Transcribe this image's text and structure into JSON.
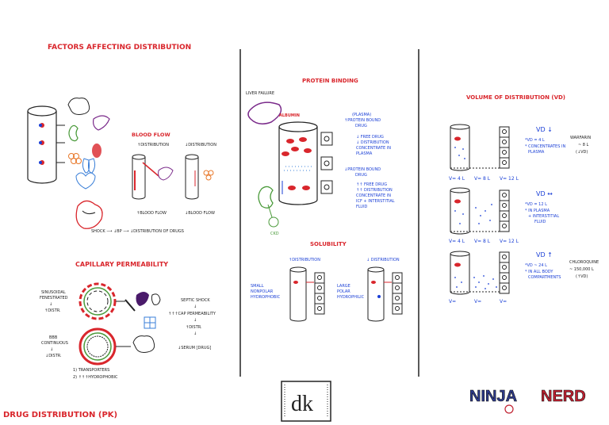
{
  "page_title": "DRUG DISTRIBUTION (PK)",
  "logos": {
    "center_monogram": "dk",
    "brand_ninja": "NINJA",
    "brand_nerd": "NERD"
  },
  "factors": {
    "title": "FACTORS AFFECTING DISTRIBUTION",
    "blood_flow": {
      "title": "BLOOD FLOW",
      "up_dist": "↑DISTRIBUTION",
      "down_dist": "↓DISTRIBUTION",
      "up_flow": "↑BLOOD FLOW",
      "down_flow": "↓BLOOD FLOW",
      "shock_chain": "SHOCK ⟶ ↓BP ⟶ ↓DISTRIBUTION OF DRUGS"
    },
    "capillary": {
      "title": "CAPILLARY PERMEABILITY",
      "sinusoidal_l1": "SINUSOIDAL",
      "sinusoidal_l2": "FENESTRATED",
      "sinusoidal_arrow": "↓",
      "sinusoidal_l3": "↑DISTR.",
      "bbb_l1": "BBB",
      "bbb_l2": "CONTINUOUS",
      "bbb_arrow": "↓",
      "bbb_l3": "↓DISTR.",
      "septic_l1": "SEPTIC SHOCK",
      "septic_a1": "↓",
      "septic_l2": "↑↑↑CAP PERMEABILITY",
      "septic_a2": "↓",
      "septic_l3": "↑DISTR.",
      "septic_a3": "↓",
      "septic_l4": "↓SERUM [DRUG]",
      "note1": "1) TRANSPORTERS",
      "note2": "2) ↑↑↑HYDROPHOBIC"
    }
  },
  "protein": {
    "title": "PROTEIN BINDING",
    "liver_failure": "LIVER FAILURE",
    "albumin": "ALBUMIN",
    "ckd": "CKD",
    "plasma": "(PLASMA)",
    "up_bound_l1": "↑PROTEIN BOUND",
    "up_bound_l2": "DRUG",
    "up_free": "↓ FREE DRUG",
    "up_dist": "↓ DISTRIBUTION",
    "up_conc_l1": "CONCENTRATE IN",
    "up_conc_l2": "PLASMA",
    "down_bound_l1": "↓PROTEIN BOUND",
    "down_bound_l2": "DRUG",
    "down_free": "↑↑ FREE DRUG",
    "down_dist": "↑↑ DISTRIBUTION",
    "down_conc_l1": "CONCENTRATE IN",
    "down_conc_l2": "ICF + INTERSTITIAL",
    "down_conc_l3": "FLUID"
  },
  "solubility": {
    "title": "SOLUBILITY",
    "up_dist": "↑DISTRIBUTION",
    "down_dist": "↓ DISTRIBUTION",
    "small_l1": "SMALL",
    "small_l2": "NONPOLAR",
    "small_l3": "HYDROPHOBIC",
    "large_l1": "LARGE",
    "large_l2": "POLAR",
    "large_l3": "HYDROPHILIC"
  },
  "vd": {
    "title": "VOLUME OF DISTRIBUTION (VD)",
    "row1": {
      "head": "VD ↓",
      "b1": "*VD = 4 L",
      "b2": "* CONCENTRATES IN",
      "b3": "PLASMA",
      "drug_l1": "WARFARIN",
      "drug_l2": "~ 8 L",
      "drug_l3": "(↓VD)",
      "v1": "V= 4 L",
      "v2": "V= 8 L",
      "v3": "V= 12 L"
    },
    "row2": {
      "head": "VD ↔",
      "b1": "*VD = 12 L",
      "b2": "* IN PLASMA",
      "b3": "+ INTERSTITIAL",
      "b4": "FLUID",
      "v1": "V= 4 L",
      "v2": "V= 8 L",
      "v3": "V= 12 L"
    },
    "row3": {
      "head": "VD ↑",
      "b1": "*VD ~ 24 L",
      "b2": "* IN ALL BODY",
      "b3": "COMPARTMENTS",
      "drug_l1": "CHLOROQUINE",
      "drug_l2": "~ 150,000 L",
      "drug_l3": "(↑VD)",
      "v1": "V=",
      "v2": "V=",
      "v3": "V="
    }
  },
  "colors": {
    "title_red": "#d9262c",
    "ink": "#222222",
    "note_blue": "#1a3fd6",
    "organ_purple": "#7a2a8a",
    "organ_green": "#4a9a3a",
    "organ_orange": "#e8782a",
    "organ_blue": "#3a7fd8",
    "brand_blue": "#2d3a8c",
    "brand_red": "#c02030"
  }
}
